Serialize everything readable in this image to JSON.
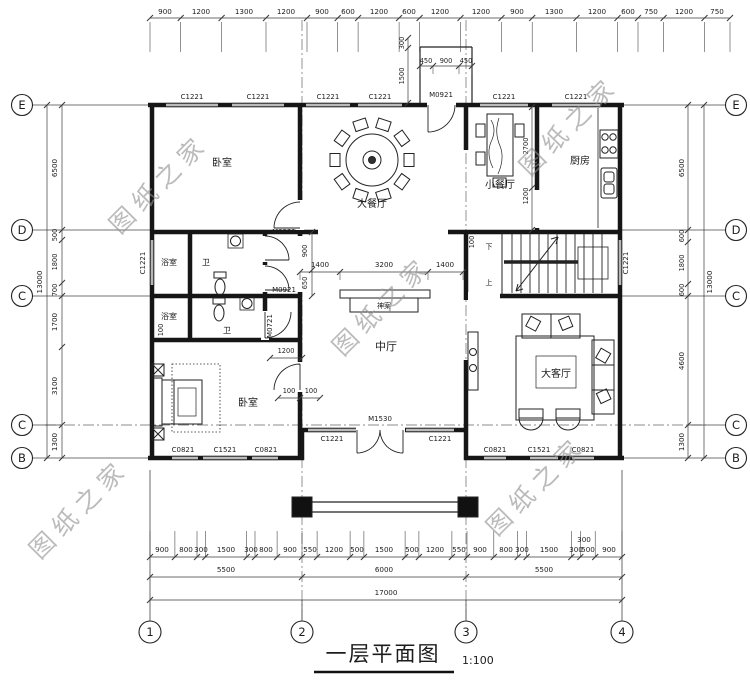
{
  "watermark": {
    "text": "图纸之家"
  },
  "title": {
    "text": "一层平面图",
    "scale": "1:100"
  },
  "grid": {
    "rows": [
      "E",
      "D",
      "C",
      "C",
      "B"
    ],
    "cols": [
      "1",
      "2",
      "3",
      "4"
    ]
  },
  "rooms": {
    "bedroom": "卧室",
    "dining": "大餐厅",
    "small_dining": "小餐厅",
    "kitchen": "厨房",
    "bath": "浴室",
    "wc": "卫",
    "hall": "中厅",
    "living": "大客厅",
    "altar": "神案",
    "up": "上",
    "down": "下"
  },
  "openings": {
    "c1221": "C1221",
    "c0821": "C0821",
    "c1521": "C1521",
    "m0921": "M0921",
    "m0721": "M0721",
    "m1530": "M1530"
  },
  "dims": {
    "top": [
      "900",
      "1200",
      "1300",
      "1200",
      "900",
      "600",
      "1200",
      "600",
      "1200",
      "1200",
      "900",
      "1300",
      "1200",
      "600",
      "750",
      "1200",
      "750"
    ],
    "porch_top": [
      "450",
      "900",
      "450"
    ],
    "porch_side": [
      "300",
      "1500"
    ],
    "left": [
      "6500",
      "500",
      "1800",
      "700",
      "1700",
      "3100",
      "1300"
    ],
    "left_total": "13000",
    "right": [
      "6500",
      "600",
      "1800",
      "600",
      "4600",
      "1300"
    ],
    "right_total": "13000",
    "bottom_left": [
      "900",
      "800",
      "300",
      "1500",
      "300",
      "800",
      "900"
    ],
    "bottom_mid": [
      "550",
      "1200",
      "500",
      "1500",
      "500",
      "1200",
      "550"
    ],
    "bottom_right": [
      "900",
      "800",
      "300",
      "1500",
      "300",
      "500",
      "900"
    ],
    "bottom_right_above": "300",
    "bottom_totals": [
      "5500",
      "6000",
      "5500"
    ],
    "bottom_overall": "17000",
    "hall_top": [
      "1400",
      "3200",
      "1400"
    ],
    "misc": {
      "a2700": "2700",
      "a1200": "1200",
      "a900": "900",
      "a650": "650",
      "a100": "100"
    }
  }
}
